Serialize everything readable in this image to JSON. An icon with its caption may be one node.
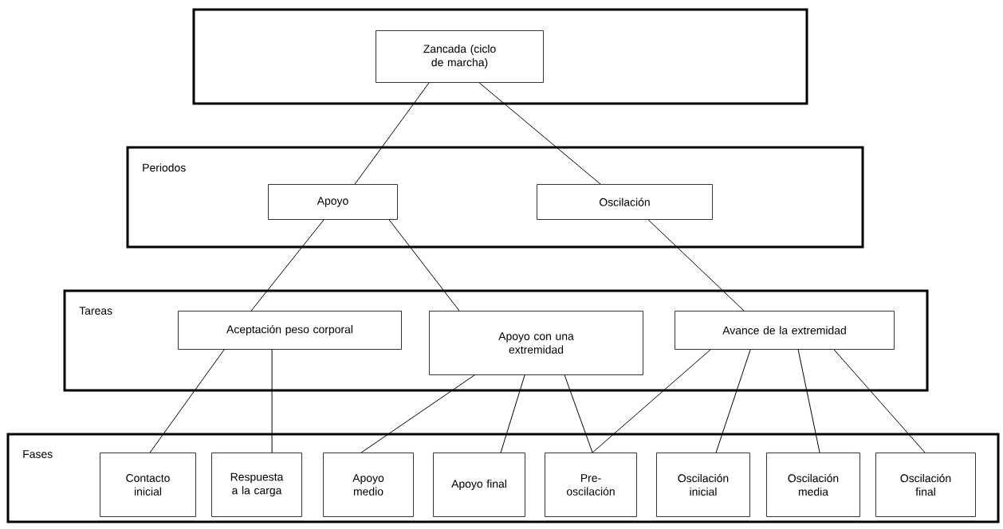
{
  "diagram": {
    "nodes": [
      {
        "text": [],
        "shape": "box"
      },
      {
        "text": [
          "Zancada (ciclo de marcha)"
        ],
        "in": 0
      },
      {
        "text": [
          "Periodos"
        ]
      },
      {
        "text": [
          "Apoyo"
        ],
        "in": 2
      },
      {
        "text": [
          "Oscilación"
        ],
        "in": 2
      },
      {
        "text": [
          "Tareas"
        ]
      },
      {
        "text": [
          "Aceptación peso corporal"
        ],
        "in": 5
      },
      {
        "text": [
          "Apoyo con una extremidad"
        ],
        "in": 5
      },
      {
        "text": [
          "Avance de la extremidad"
        ],
        "in": 5
      },
      {
        "text": [
          "Fases"
        ]
      },
      {
        "text": [
          "Contacto inicial"
        ],
        "in": 9
      },
      {
        "text": [
          "Respuesta a la carga"
        ],
        "in": 9
      },
      {
        "text": [
          "Apoyo medio"
        ],
        "in": 9
      },
      {
        "text": [
          "Apoyo final"
        ],
        "in": 9
      },
      {
        "text": [
          "Pre-oscilación"
        ],
        "in": 9
      },
      {
        "text": [
          "Oscilación inicial"
        ],
        "in": 9
      },
      {
        "text": [
          "Oscilación media"
        ],
        "in": 9
      },
      {
        "text": [
          "Oscilación final"
        ],
        "in": 9
      }
    ],
    "edges": [
      {
        "from": 1,
        "to": 3,
        "arrow": "none"
      },
      {
        "from": 1,
        "to": 4,
        "arrow": "none"
      },
      {
        "from": 3,
        "to": 6,
        "arrow": "none"
      },
      {
        "from": 3,
        "to": 7,
        "arrow": "none"
      },
      {
        "from": 4,
        "to": 8,
        "arrow": "none"
      },
      {
        "from": 6,
        "to": 10,
        "arrow": "none"
      },
      {
        "from": 6,
        "to": 11,
        "arrow": "none"
      },
      {
        "from": 7,
        "to": 12,
        "arrow": "none"
      },
      {
        "from": 7,
        "to": 13,
        "arrow": "none"
      },
      {
        "from": 7,
        "to": 14,
        "arrow": "none"
      },
      {
        "from": 8,
        "to": 14,
        "arrow": "none"
      },
      {
        "from": 8,
        "to": 15,
        "arrow": "none"
      },
      {
        "from": 8,
        "to": 16,
        "arrow": "none"
      },
      {
        "from": 8,
        "to": 17,
        "arrow": "none"
      }
    ]
  }
}
